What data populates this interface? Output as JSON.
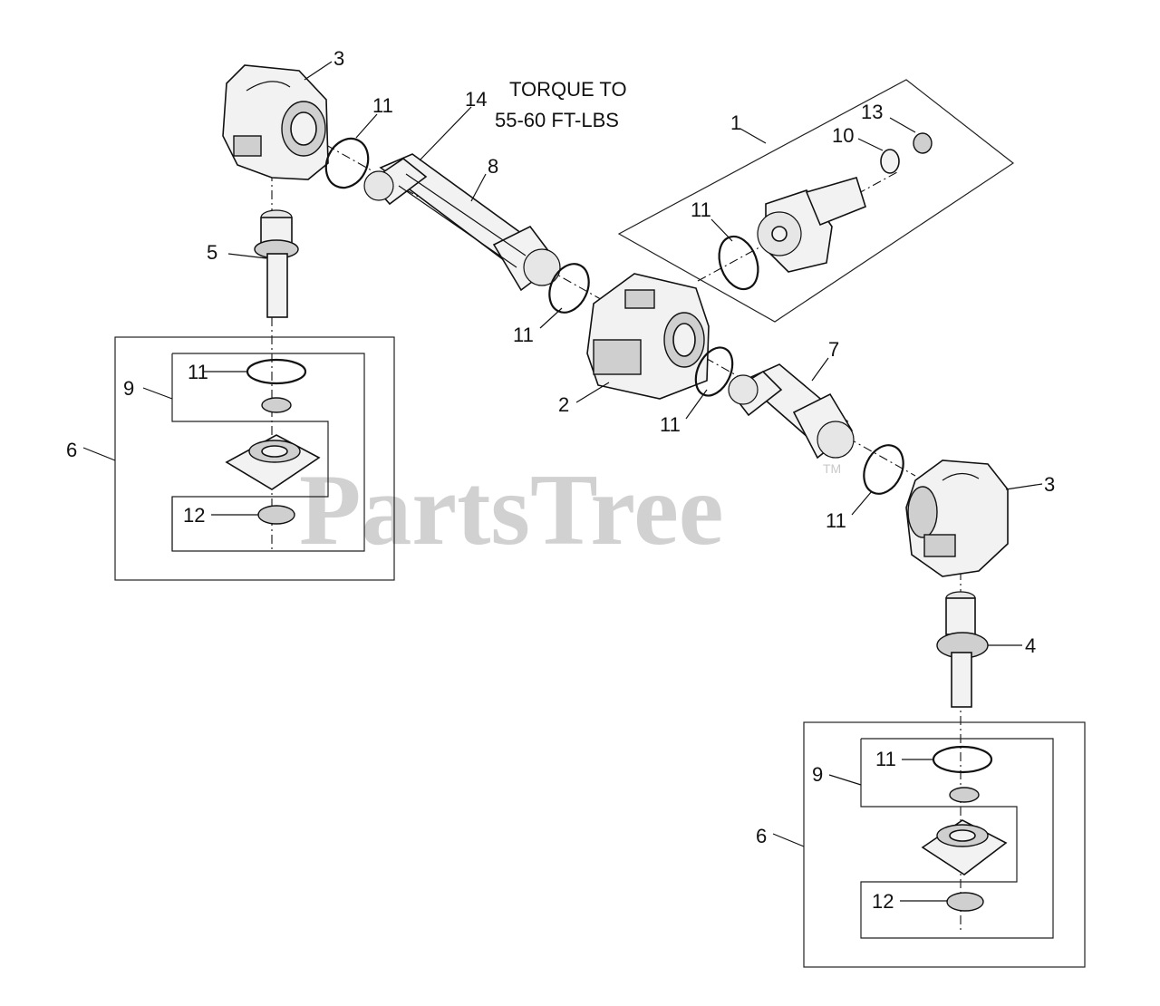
{
  "watermark": {
    "text": "PartsTree",
    "tm": "TM"
  },
  "note": {
    "line1": "TORQUE TO",
    "line2": "55-60 FT-LBS"
  },
  "callouts": {
    "c1": "1",
    "c2": "2",
    "c3a": "3",
    "c3b": "3",
    "c4": "4",
    "c5": "5",
    "c6a": "6",
    "c6b": "6",
    "c7": "7",
    "c8": "8",
    "c9a": "9",
    "c9b": "9",
    "c10": "10",
    "c11a": "11",
    "c11b": "11",
    "c11c": "11",
    "c11d": "11",
    "c11e": "11",
    "c11f": "11",
    "c11g": "11",
    "c12a": "12",
    "c12b": "12",
    "c13": "13",
    "c14": "14"
  }
}
